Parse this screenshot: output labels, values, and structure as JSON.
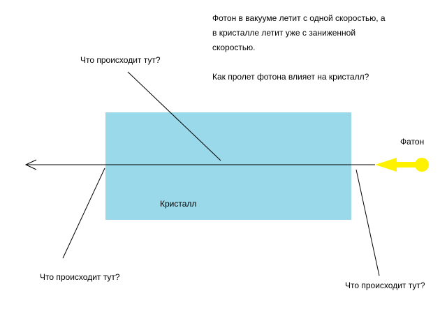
{
  "description_lines": [
    "Фотон в вакууме летит с одной скоростью, а",
    "в кристалле летит уже с заниженной",
    "скоростью."
  ],
  "question": "Как пролет фотона влияет на кристалл?",
  "labels": {
    "top_question": "Что происходит тут?",
    "left_question": "Что происходит тут?",
    "right_question": "Что происходит тут?",
    "crystal": "Кристалл",
    "photon": "Фатон"
  },
  "colors": {
    "crystal": "#99d9ea",
    "photon": "#fff200"
  }
}
